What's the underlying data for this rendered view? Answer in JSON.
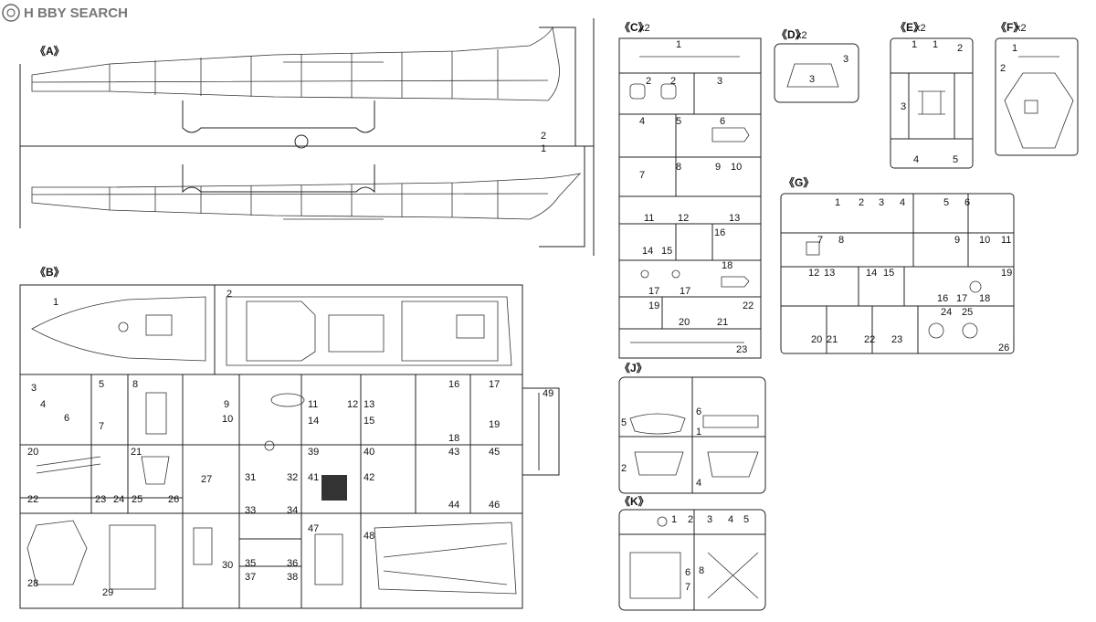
{
  "logo": {
    "brand": "H BBY SEARCH"
  },
  "sprues": {
    "A": {
      "label": "《A》",
      "parts": [
        "1",
        "2"
      ]
    },
    "B": {
      "label": "《B》",
      "parts": [
        "1",
        "2",
        "3",
        "4",
        "5",
        "6",
        "7",
        "8",
        "9",
        "10",
        "11",
        "12",
        "13",
        "14",
        "15",
        "16",
        "17",
        "18",
        "19",
        "20",
        "21",
        "22",
        "23",
        "24",
        "25",
        "26",
        "27",
        "28",
        "29",
        "30",
        "31",
        "32",
        "33",
        "34",
        "35",
        "36",
        "37",
        "38",
        "39",
        "40",
        "41",
        "42",
        "43",
        "44",
        "45",
        "46",
        "47",
        "48",
        "49"
      ]
    },
    "C": {
      "label": "《C》",
      "qty": "x2",
      "parts": [
        "1",
        "2",
        "2",
        "3",
        "4",
        "5",
        "6",
        "7",
        "8",
        "9",
        "10",
        "11",
        "12",
        "13",
        "14",
        "15",
        "16",
        "17",
        "17",
        "18",
        "19",
        "20",
        "21",
        "22",
        "23"
      ]
    },
    "D": {
      "label": "《D》",
      "qty": "x2",
      "parts": [
        "3",
        "3"
      ]
    },
    "E": {
      "label": "《E》",
      "qty": "x2",
      "parts": [
        "1",
        "1",
        "2",
        "3",
        "4",
        "5"
      ]
    },
    "F": {
      "label": "《F》",
      "qty": "x2",
      "parts": [
        "1",
        "2"
      ]
    },
    "G": {
      "label": "《G》",
      "parts": [
        "1",
        "2",
        "3",
        "4",
        "5",
        "6",
        "7",
        "8",
        "9",
        "10",
        "11",
        "12",
        "13",
        "14",
        "15",
        "16",
        "17",
        "18",
        "19",
        "20",
        "21",
        "22",
        "23",
        "24",
        "25",
        "26"
      ]
    },
    "J": {
      "label": "《J》",
      "parts": [
        "5",
        "6",
        "1",
        "2",
        "4"
      ]
    },
    "K": {
      "label": "《K》",
      "parts": [
        "1",
        "2",
        "3",
        "4",
        "5",
        "6",
        "7",
        "8"
      ]
    }
  }
}
